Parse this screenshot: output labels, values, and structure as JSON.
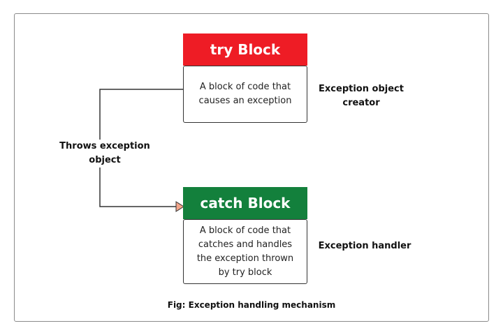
{
  "diagram": {
    "try_block": {
      "title": "try Block",
      "description": "A block of code that\ncauses an exception",
      "side_label": "Exception object\ncreator",
      "header_color": "#ee1c25"
    },
    "catch_block": {
      "title": "catch Block",
      "description": "A block of code that\ncatches and handles\nthe exception thrown\nby try block",
      "side_label": "Exception handler",
      "header_color": "#13803c"
    },
    "connector": {
      "label": "Throws exception\nobject",
      "arrow_color": "#f4a58a"
    },
    "caption": "Fig: Exception handling mechanism"
  }
}
